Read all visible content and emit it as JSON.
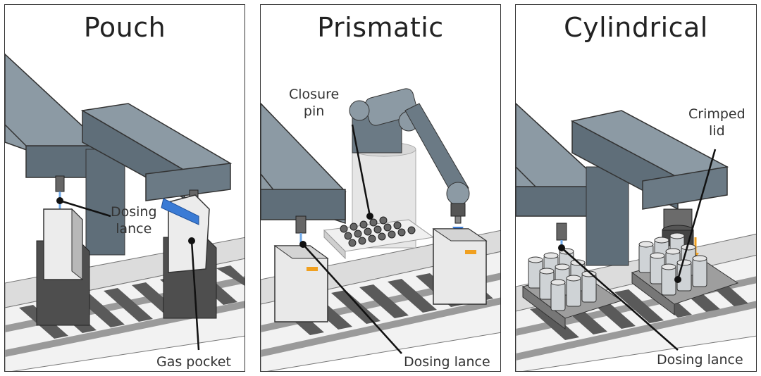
{
  "panels": [
    {
      "title": "Pouch",
      "labels": {
        "lance": "Dosing\nlance",
        "pocket": "Gas pocket"
      }
    },
    {
      "title": "Prismatic",
      "labels": {
        "pin": "Closure\npin",
        "lance": "Dosing lance"
      }
    },
    {
      "title": "Cylindrical",
      "labels": {
        "lid": "Crimped\nlid",
        "lance": "Dosing lance"
      }
    }
  ],
  "colors": {
    "machine_top": "#8c9aa4",
    "machine_front": "#5f6e79",
    "machine_side": "#4c5963",
    "conveyor_rail": "#d8d8d8",
    "conveyor_slat": "#5a5a5a",
    "cell_face": "#e9e9e9",
    "electrolyte": "#3a7bd5",
    "lid_accent": "#f0a020"
  }
}
